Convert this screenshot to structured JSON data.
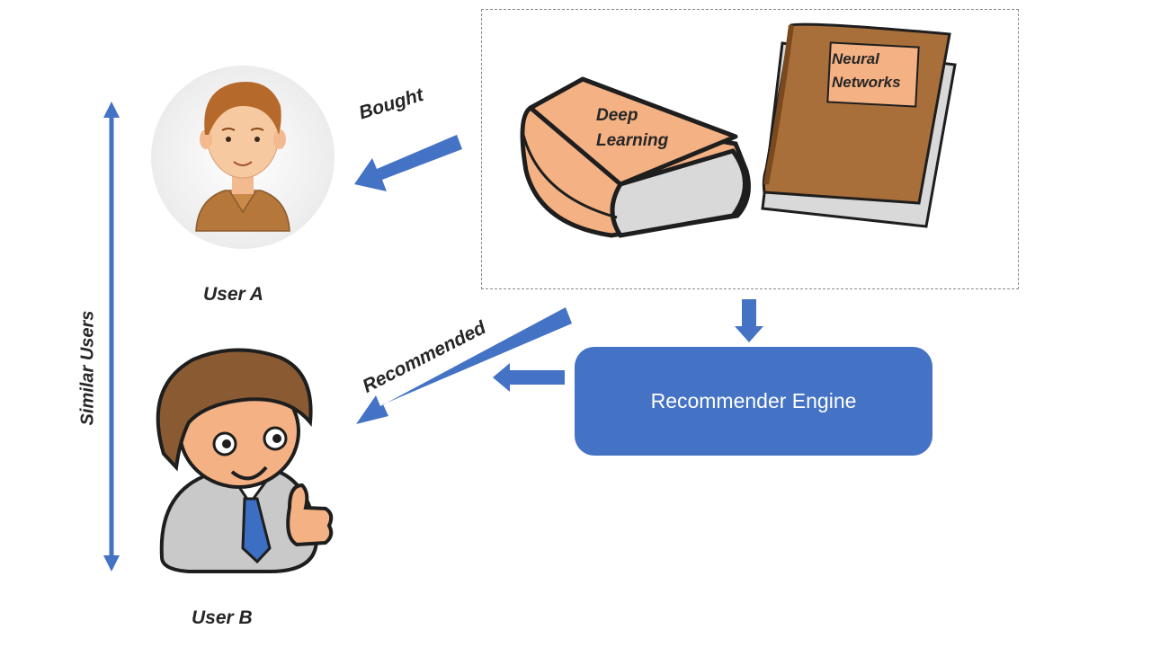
{
  "labels": {
    "similar_users": "Similar Users",
    "user_a": "User A",
    "user_b": "User B",
    "bought": "Bought",
    "recommended": "Recommended",
    "engine": "Recommender Engine"
  },
  "books": {
    "deep_line1": "Deep",
    "deep_line2": "Learning",
    "neural_line1": "Neural",
    "neural_line2": "Networks"
  },
  "colors": {
    "accent": "#4472c4",
    "book_cover_light": "#f4b183",
    "book_cover_brown": "#9c6b3a",
    "skin": "#f7c9a0"
  },
  "icons": {
    "user_a": "male-avatar-icon",
    "user_b": "thumbs-up-businessman-icon",
    "book_deep": "book-icon",
    "book_neural": "book-icon"
  }
}
